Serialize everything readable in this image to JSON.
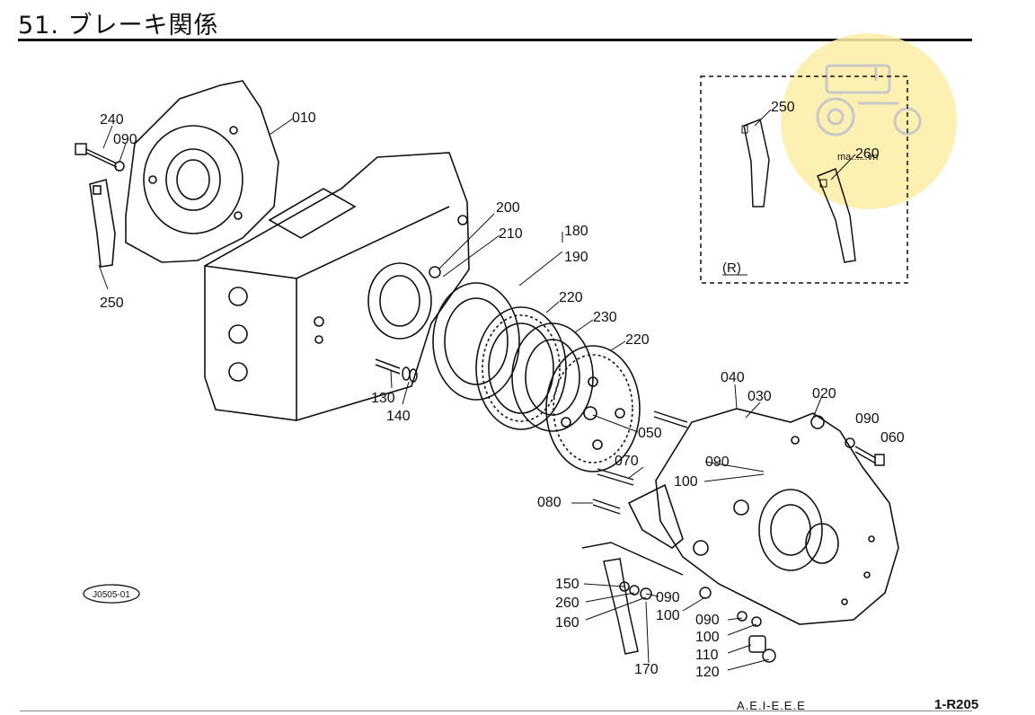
{
  "title": "51. ブレーキ関係",
  "diagram_code": "J0505-01",
  "page_code": "1-R205",
  "footer_fragment": "A.E.I-E.E.E",
  "inset_label": "(R)",
  "watermark_text": "ma......vn",
  "watermark_icon": "tractor-icon",
  "parts": {
    "p010": "010",
    "p020": "020",
    "p030": "030",
    "p040": "040",
    "p050": "050",
    "p060": "060",
    "p070": "070",
    "p080": "080",
    "p090a": "090",
    "p090b": "090",
    "p090c": "090",
    "p090d": "090",
    "p090e": "090",
    "p100a": "100",
    "p100b": "100",
    "p100c": "100",
    "p110": "110",
    "p120": "120",
    "p130": "130",
    "p140": "140",
    "p150": "150",
    "p160": "160",
    "p170": "170",
    "p180": "180",
    "p190": "190",
    "p200": "200",
    "p210": "210",
    "p220a": "220",
    "p220b": "220",
    "p230": "230",
    "p240": "240",
    "p250a": "250",
    "p250b": "250",
    "p260a": "260",
    "p260b": "260"
  }
}
